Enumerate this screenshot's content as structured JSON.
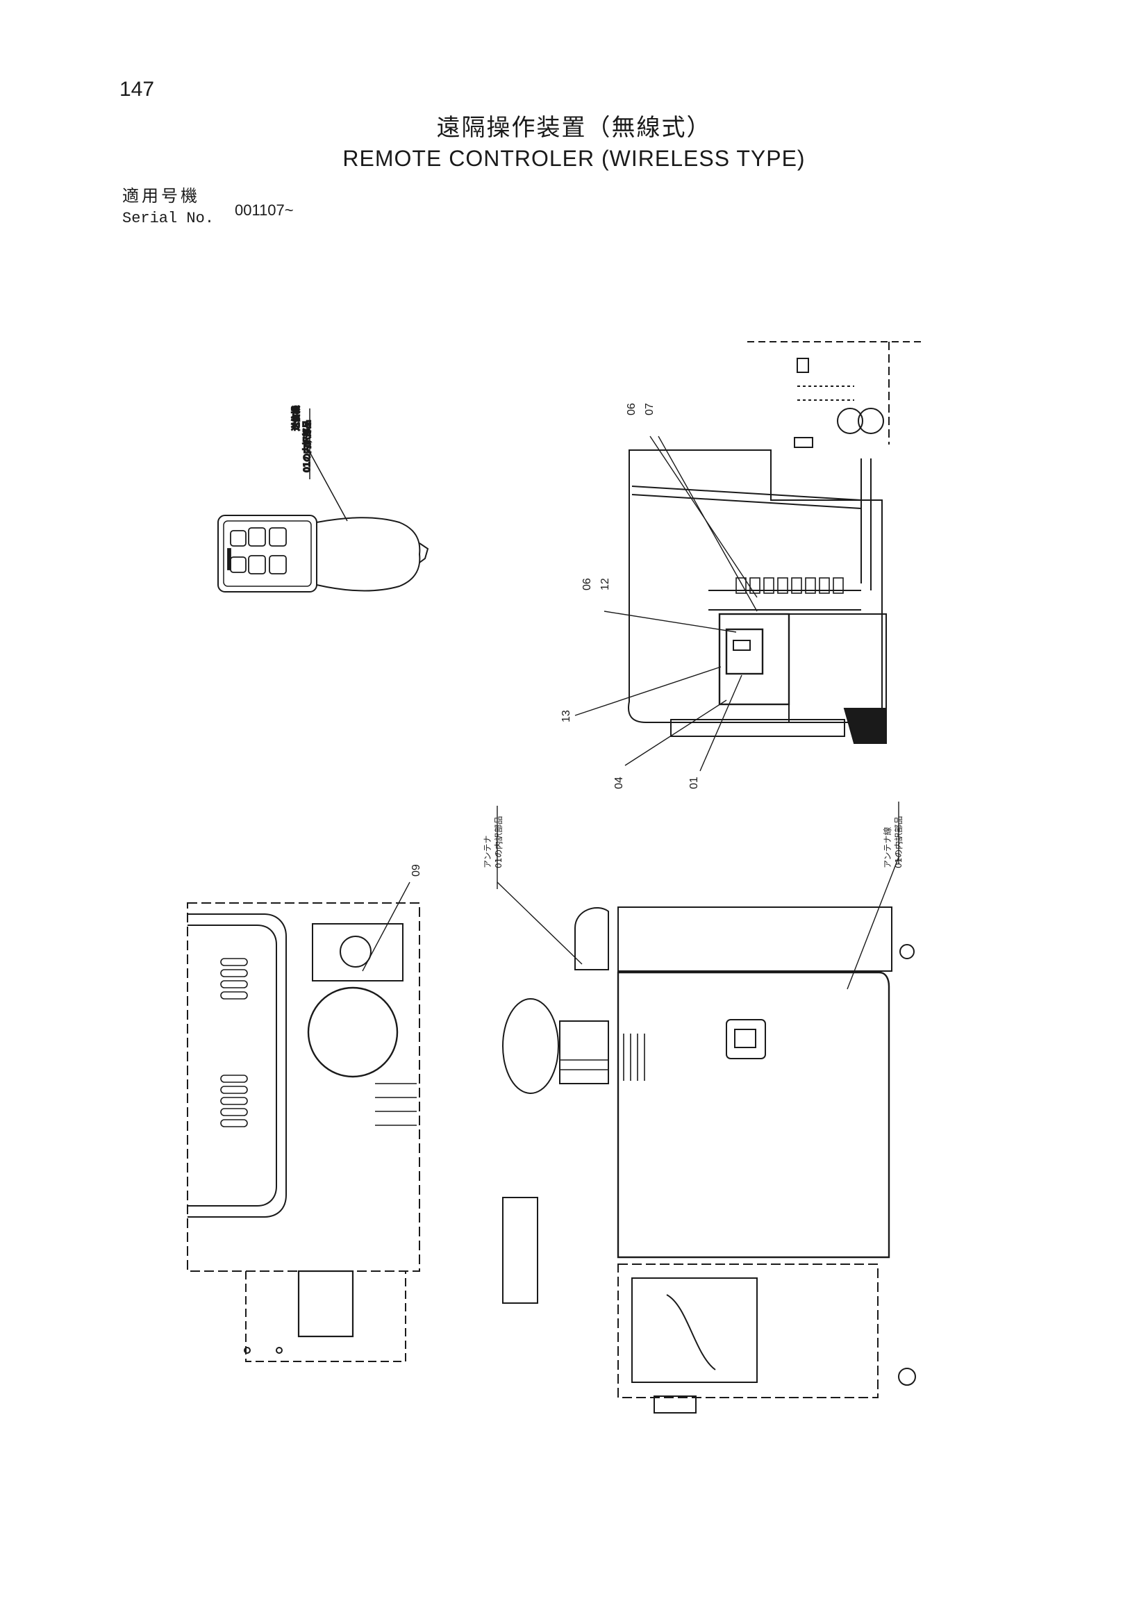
{
  "page_number": "147",
  "title_jp": "遠隔操作装置（無線式）",
  "title_en": "REMOTE CONTROLER (WIRELESS TYPE)",
  "serial": {
    "label_jp": "適用号機",
    "label_en": "Serial No.",
    "value": "001107~"
  },
  "callouts": {
    "c01": "01",
    "c04": "04",
    "c06a": "06",
    "c06b": "06",
    "c07": "07",
    "c09": "09",
    "c12": "12",
    "c13": "13"
  },
  "notes": {
    "transmitter_line1": "送信機",
    "transmitter_line2": "01の内訳部品",
    "antenna_line1": "アンテナ",
    "antenna_line2": "01の内訳部品",
    "antenna_cable_line1": "アンテナ線",
    "antenna_cable_line2": "01の内訳部品"
  }
}
